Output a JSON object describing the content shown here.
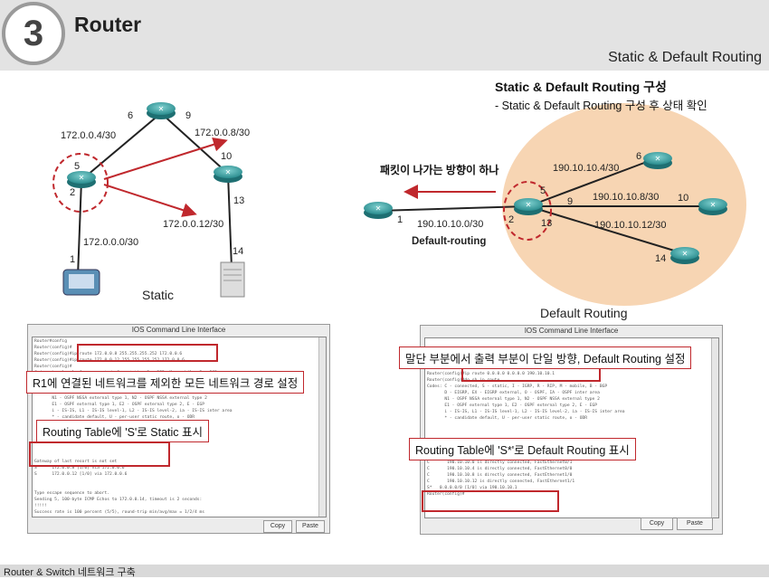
{
  "header": {
    "badge": "3",
    "title": "Router",
    "subtitle": "Static & Default Routing"
  },
  "static_topology": {
    "labels": {
      "n6": "6",
      "n9": "9",
      "n5": "5",
      "n2": "2",
      "n10": "10",
      "n13": "13",
      "n14": "14",
      "n1": "1",
      "net_a": "172.0.0.4/30",
      "net_b": "172.0.0.8/30",
      "net_c": "172.0.0.12/30",
      "net_d": "172.0.0.0/30"
    },
    "caption": "Static"
  },
  "default_topology": {
    "heading": "Static & Default Routing 구성",
    "bullet": "- Static & Default Routing 구성 후 상태 확인",
    "arrow_label": "패킷이 나가는 방향이 하나",
    "labels": {
      "n6": "6",
      "n5": "5",
      "n9": "9",
      "n10": "10",
      "n2": "2",
      "n13": "13",
      "n14": "14",
      "n1": "1",
      "net_a": "190.10.10.4/30",
      "net_b": "190.10.10.8/30",
      "net_c": "190.10.10.12/30",
      "net_d": "190.10.10.0/30",
      "default_label": "Default-routing"
    },
    "caption": "Default Routing"
  },
  "cli_left": {
    "title": "IOS Command Line Interface",
    "lines": [
      "Router#config",
      "Router(config)#",
      "Router(config)#ip route 172.0.0.8 255.255.255.252 172.0.0.6",
      "Router(config)#ip route 172.0.0.12 255.255.255.252 172.0.0.6",
      "Router(config)#",
      "Codes: L - local, C - connected, S - static, R - RIP, M - mobile, B - BGP",
      "",
      "",
      "",
      "       N1 - OSPF NSSA external type 1, N2 - OSPF NSSA external type 2",
      "       E1 - OSPF external type 1, E2 - OSPF external type 2, E - EGP",
      "       i - IS-IS, L1 - IS-IS level-1, L2 - IS-IS level-2, ia - IS-IS inter area",
      "       * - candidate default, U - per-user static route, o - ODR",
      "       P - periodic downloaded static route",
      "",
      "",
      "",
      "",
      "",
      "Gateway of last resort is not set",
      "S      172.0.0.8 [1/0] via 172.0.0.6",
      "S      172.0.0.12 [1/0] via 172.0.0.6",
      "",
      "",
      "Type escape sequence to abort.",
      "Sending 5, 100-byte ICMP Echos to 172.0.0.14, timeout is 2 seconds:",
      "!!!!!",
      "Success rate is 100 percent (5/5), round-trip min/avg/max = 1/2/4 ms",
      "",
      "Router(config)#"
    ],
    "copy": "Copy",
    "paste": "Paste",
    "callout_1": "R1에 연결된 네트워크를 제외한 모든 네트워크 경로 설정",
    "callout_2": "Routing Table에 'S'로 Static 표시"
  },
  "cli_right": {
    "title": "IOS Command Line Interface",
    "lines": [
      "",
      "",
      "",
      "",
      "Router(config)#ip ro",
      "Router(config)#ip route 0.0.0.0 0.0.0.0 190.10.10.1",
      "Router(config)#do sh ip route",
      "Codes: C - connected, S - static, I - IGRP, R - RIP, M - mobile, B - BGP",
      "       D - EIGRP, EX - EIGRP external, O - OSPF, IA - OSPF inter area",
      "       N1 - OSPF NSSA external type 1, N2 - OSPF NSSA external type 2",
      "       E1 - OSPF external type 1, E2 - OSPF external type 2, E - EGP",
      "       i - IS-IS, L1 - IS-IS level-1, L2 - IS-IS level-2, ia - IS-IS inter area",
      "       * - candidate default, U - per-user static route, o - ODR",
      "",
      "",
      "",
      "",
      "",
      "     190.10.0.0/30 is subnetted, 4 subnets",
      "C       190.10.10.0 is directly connected, FastEthernet0/1",
      "C       190.10.10.4 is directly connected, FastEthernet0/0",
      "C       190.10.10.8 is directly connected, FastEthernet1/0",
      "C       190.10.10.12 is directly connected, FastEthernet1/1",
      "S*   0.0.0.0/0 [1/0] via 190.10.10.1",
      "Router(config)#"
    ],
    "copy": "Copy",
    "paste": "Paste",
    "callout_1": "말단 부분에서 출력 부분이 단일 방향, Default Routing 설정",
    "callout_2": "Routing Table에 'S*'로 Default Routing 표시"
  },
  "footer": {
    "text": "Router & Switch 네트워크 구축"
  }
}
